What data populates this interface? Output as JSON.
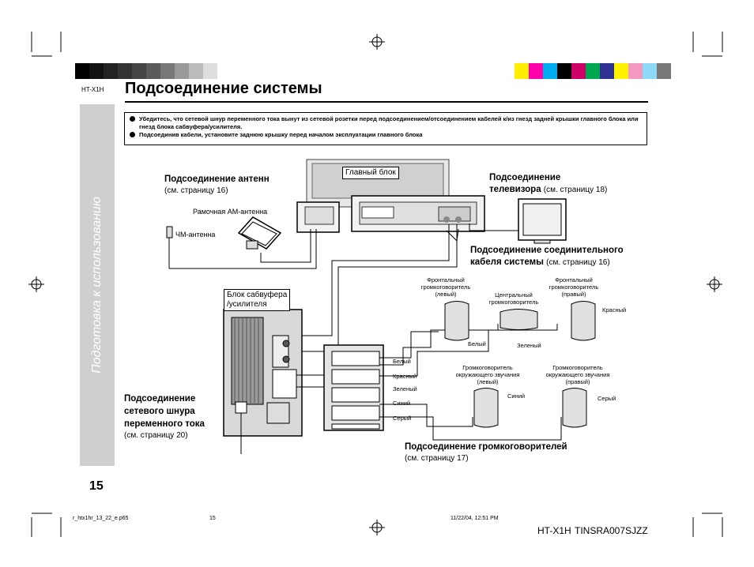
{
  "header": {
    "model_small": "HT-X1H",
    "title": "Подсоединение системы"
  },
  "color_bars": {
    "gray": [
      "#000000",
      "#111111",
      "#222222",
      "#333333",
      "#444444",
      "#5a5a5a",
      "#777777",
      "#999999",
      "#bbbbbb",
      "#dddddd"
    ],
    "color": [
      "#ffee00",
      "#ff00aa",
      "#00aaee",
      "#000000",
      "#cc0066",
      "#00a650",
      "#2e3192",
      "#fff200",
      "#f49ac1",
      "#8ed8f8",
      "#777777"
    ]
  },
  "sidebar": {
    "tab_text": "Подготовка к использованию",
    "page_number": "15"
  },
  "notes": [
    "Убедитесь, что сетевой шнур переменного тока вынут из сетевой розетки перед подсоединением/отсоединением кабелей к/из гнезд задней крышки главного блока или гнезд блока сабвуфера/усилителя.",
    "Подсоединив кабели, установите заднюю крышку перед началом эксплуатации главного блока"
  ],
  "diagram": {
    "antenna_heading": "Подсоединение антенн",
    "antenna_ref": "(см. страницу 16)",
    "main_unit": "Главный блок",
    "tv_heading_1": "Подсоединение",
    "tv_heading_2": "телевизора",
    "tv_ref": "(см. страницу 18)",
    "am_antenna": "Рамочная АМ-антенна",
    "fm_antenna": "ЧМ-антенна",
    "system_cable_1": "Подсоединение соединительного",
    "system_cable_2": "кабеля системы",
    "system_cable_ref": "(см. страницу 16)",
    "sub_unit_1": "Блок сабвуфера",
    "sub_unit_2": "/усилителя",
    "front_left": "Фронтальный громкоговоритель (левый)",
    "center": "Центральный громкоговоритель",
    "front_right": "Фронтальный громкоговоритель (правый)",
    "red": "Красный",
    "white": "Белый",
    "green": "Зеленый",
    "rear_left": "Громкоговоритель окружающего звучания (левый)",
    "rear_right": "Громкоговоритель окружающего звучания (правый)",
    "blue": "Синий",
    "gray": "Серый",
    "wire_white": "Белый",
    "wire_red": "Красный",
    "wire_green": "Зеленый",
    "wire_blue": "Синий",
    "wire_gray": "Серый",
    "ac_heading_1": "Подсоединение",
    "ac_heading_2": "сетевого шнура",
    "ac_heading_3": "переменного тока",
    "ac_ref": "(см. страницу 20)",
    "speakers_heading": "Подсоединение громкоговорителей",
    "speakers_ref": "(см. страницу 17)"
  },
  "footer": {
    "file": "r_htx1hr_13_22_e.p65",
    "page": "15",
    "date": "11/22/04, 12:51 PM",
    "model": "HT-X1H",
    "code": "TINSRA007SJZZ"
  }
}
